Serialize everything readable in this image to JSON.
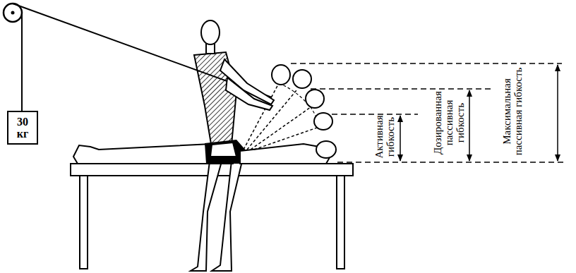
{
  "diagram": {
    "nodes": [
      {
        "text": [
          "30 кг"
        ]
      }
    ],
    "labels": [
      "Активная гибкость",
      "Дозированная пассивная гибкость",
      "Максимальная пассивная гибкость"
    ]
  }
}
